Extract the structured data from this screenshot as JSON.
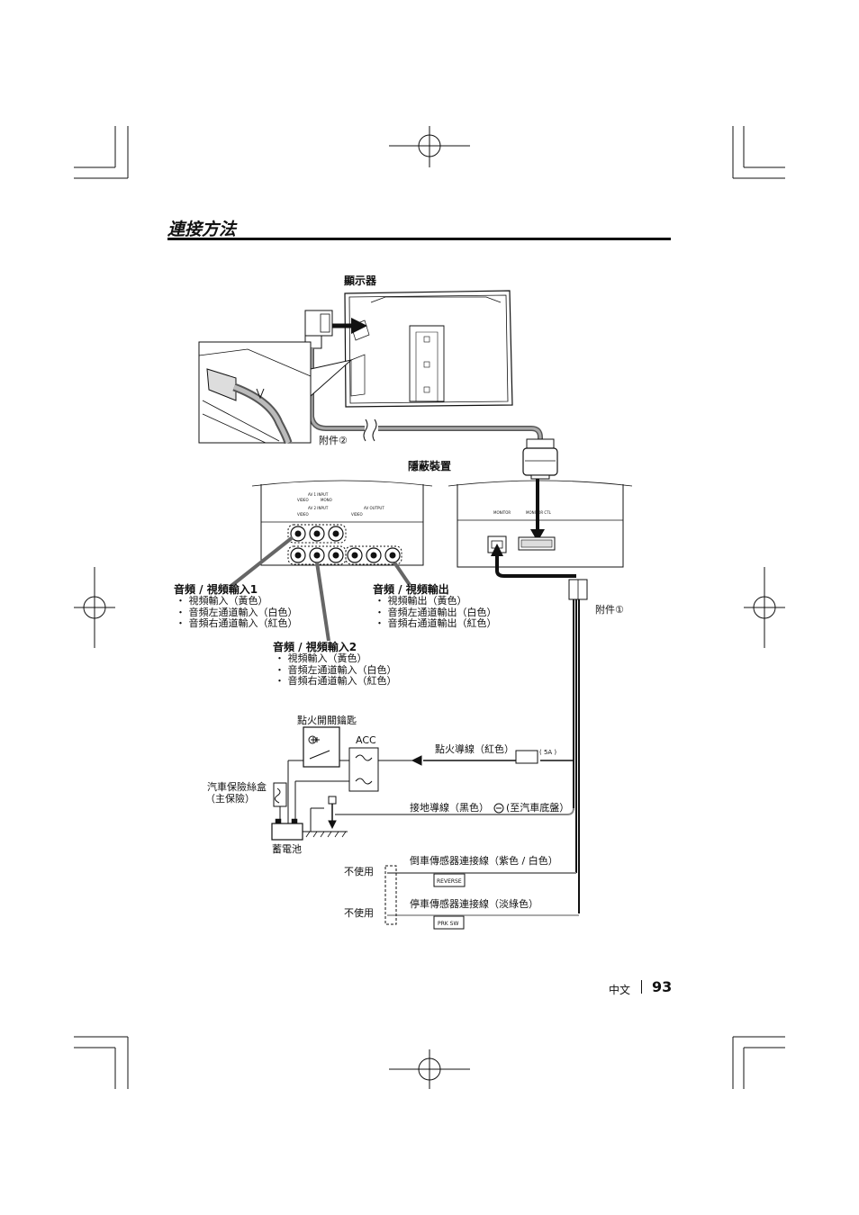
{
  "title": "連接方法",
  "labels": {
    "monitor": "顯示器",
    "accessory2": "附件②",
    "hidden_unit": "隱蔽裝置",
    "accessory1": "附件①",
    "ignition_key": "點火開關鑰匙",
    "acc": "ACC",
    "ignition_wire": "點火導線（紅色）",
    "fuse_rating": "( 5A )",
    "fuse_box_line1": "汽車保險絲盒",
    "fuse_box_line2": "（主保險）",
    "battery": "蓄電池",
    "ground_wire": "接地導線（黑色）",
    "ground_dest": "(至汽車底盤）",
    "reverse_wire": "倒車傳感器連接線（紫色 / 白色）",
    "parking_wire": "停車傳感器連接線（淡綠色）",
    "not_used_1": "不使用",
    "not_used_2": "不使用",
    "reverse_tag": "REVERSE",
    "prk_tag": "PRK SW"
  },
  "panel_labels": {
    "av1_input": "AV 1 INPUT",
    "av2_input": "AV 2 INPUT",
    "av_output": "AV OUTPUT",
    "video": "VIDEO",
    "mono": "MONO",
    "monitor_port": "MONITOR",
    "monitor_ctl": "MONITOR CTL"
  },
  "groups": {
    "av_in1": {
      "heading": "音頻 / 視頻輸入1",
      "items": [
        "視頻輸入（黃色）",
        "音頻左通道輸入（白色）",
        "音頻右通道輸入（紅色）"
      ]
    },
    "av_out": {
      "heading": "音頻 / 視頻輸出",
      "items": [
        "視頻輸出（黃色）",
        "音頻左通道輸出（白色）",
        "音頻右通道輸出（紅色）"
      ]
    },
    "av_in2": {
      "heading": "音頻 / 視頻輸入2",
      "items": [
        "視頻輸入（黃色）",
        "音頻左通道輸入（白色）",
        "音頻右通道輸入（紅色）"
      ]
    }
  },
  "footer": {
    "language": "中文",
    "page_number": "93"
  }
}
